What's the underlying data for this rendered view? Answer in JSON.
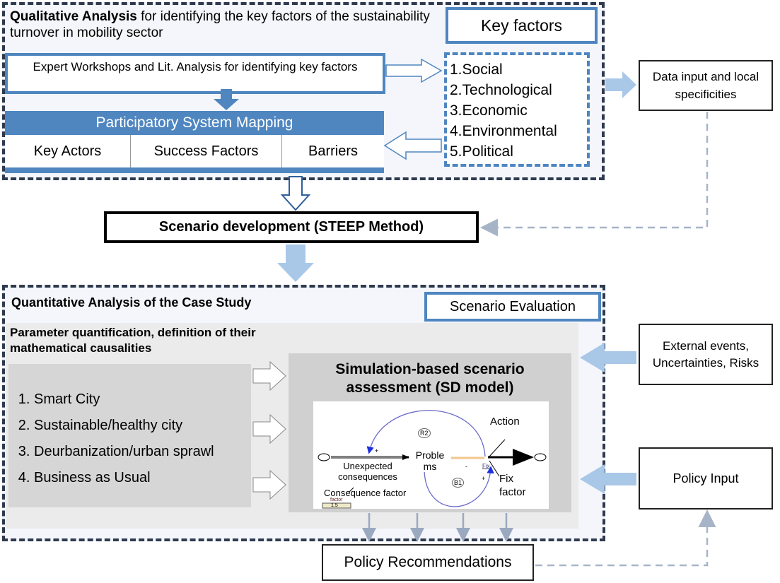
{
  "qualitative": {
    "title_bold": "Qualitative Analysis",
    "title_rest": " for identifying the key factors of the sustainability turnover in mobility sector",
    "expert": "Expert Workshops and Lit. Analysis for identifying key factors",
    "psm_title": "Participatory System Mapping",
    "psm_cells": [
      "Key Actors",
      "Success Factors",
      "Barriers"
    ],
    "key_factors_title": "Key factors",
    "key_factors": [
      "1.Social",
      "2.Technological",
      "3.Economic",
      "4.Environmental",
      "5.Political"
    ]
  },
  "data_input": "Data input and local specificities",
  "scenario_dev": "Scenario development (STEEP Method)",
  "quantitative": {
    "title": "Quantitative Analysis of the Case Study",
    "evaluation": "Scenario Evaluation",
    "param": "Parameter quantification, definition of their mathematical causalities",
    "scenarios": [
      "Smart City",
      "Sustainable/healthy city",
      "Deurbanization/urban sprawl",
      "Business as Usual"
    ],
    "sim_title": "Simulation-based scenario assessment (SD model)",
    "sd": {
      "r2": "R2",
      "b1": "B1",
      "action": "Action",
      "problems": "Proble ms",
      "unexpected": "Unexpected consequences",
      "consequence_factor": "Consequence factor",
      "fix_factor": "Fix factor",
      "fix": "Fix",
      "slider_label": "factor",
      "slider_value": "1.5",
      "plus": "+",
      "minus": "-"
    }
  },
  "external": "External events, Uncertainties, Risks",
  "policy_input": "Policy Input",
  "policy_rec": "Policy Recommendations",
  "colors": {
    "blue": "#4f86c0",
    "light_blue_arrow": "#a9c8e8",
    "dash_border": "#2f3a4f",
    "gray": "#d6d6d6"
  }
}
